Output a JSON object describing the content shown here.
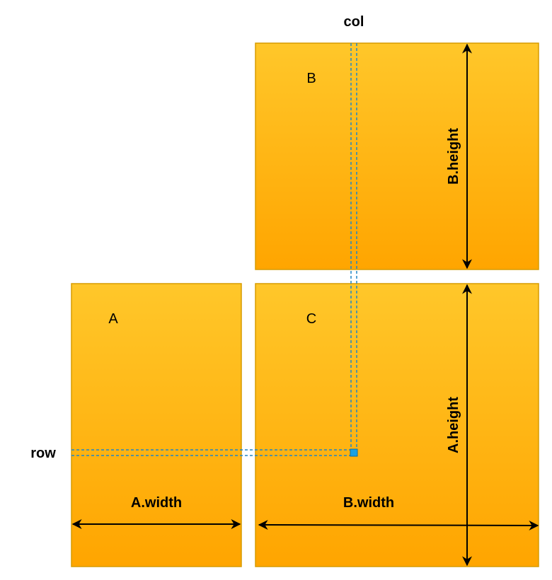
{
  "labels": {
    "col": "col",
    "row": "row",
    "matrix_a": "A",
    "matrix_b": "B",
    "matrix_c": "C",
    "a_width": "A.width",
    "b_width": "B.width",
    "a_height": "A.height",
    "b_height": "B.height"
  },
  "colors": {
    "matrix_fill_top": "#FFC72A",
    "matrix_fill_bottom": "#FFA500",
    "matrix_border": "#D79B00",
    "guide_line": "#1E86C7",
    "marker": "#1BA1E2",
    "arrow": "#000000"
  }
}
